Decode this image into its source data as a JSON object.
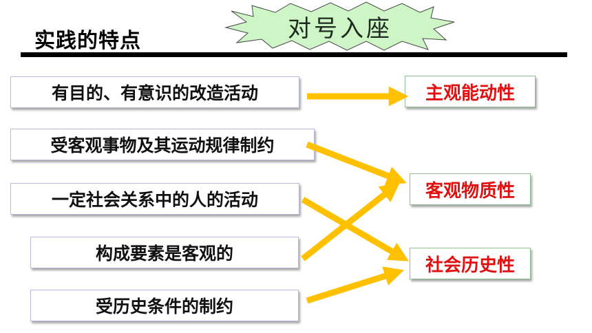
{
  "heading": "实践的特点",
  "banner": "对号入座",
  "left_items": [
    "有目的、有意识的改造活动",
    "受客观事物及其运动规律制约",
    "一定社会关系中的人的活动",
    "构成要素是客观的",
    "受历史条件的制约"
  ],
  "right_items": [
    "主观能动性",
    "客观物质性",
    "社会历史性"
  ],
  "colors": {
    "arrow": "#ffc000",
    "result_text": "#e01010",
    "burst_fill": "#cdf5c6"
  }
}
